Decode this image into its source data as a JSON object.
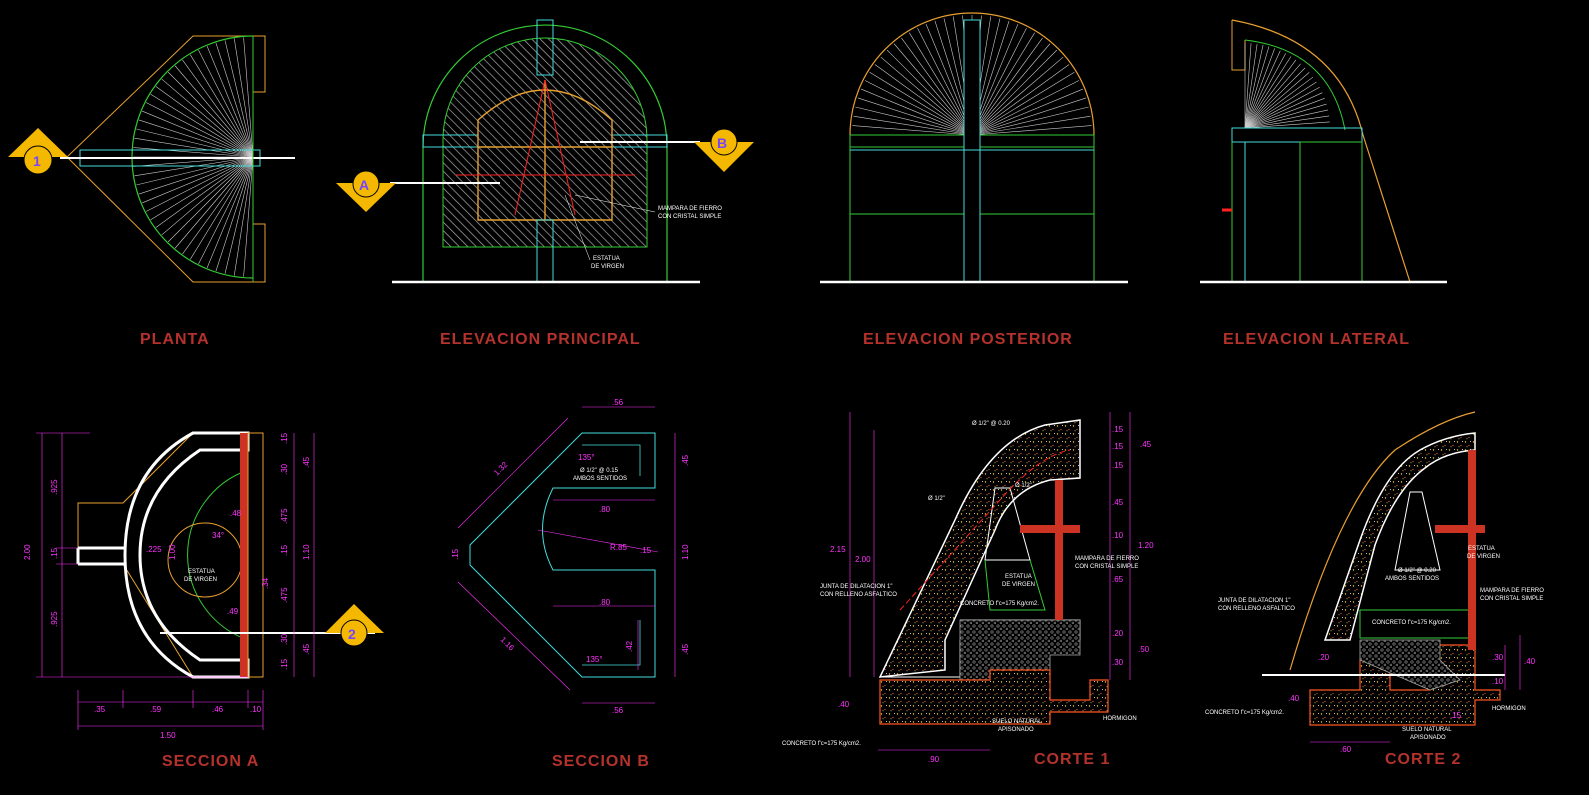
{
  "titles": {
    "planta": "PLANTA",
    "elev_principal": "ELEVACION PRINCIPAL",
    "elev_posterior": "ELEVACION POSTERIOR",
    "elev_lateral": "ELEVACION LATERAL",
    "seccion_a": "SECCION A",
    "seccion_b": "SECCION B",
    "corte_1": "CORTE 1",
    "corte_2": "CORTE 2"
  },
  "markers": {
    "m1": "1",
    "m2": "2",
    "mA": "A",
    "mB": "B"
  },
  "notes": {
    "mampara_1": "MAMPARA DE FIERRO",
    "mampara_2": "CON CRISTAL SIMPLE",
    "estatua_1": "ESTATUA",
    "estatua_2": "DE VIRGEN",
    "ambos": "AMBOS SENTIDOS",
    "varilla_b": "Ø 1/2\" @ 0.15",
    "varilla_c1a": "Ø 1/2\" @ 0.20",
    "varilla_c1b": "Ø 1/2\"",
    "varilla_c1c": "Ø 1/2\"",
    "varilla_c2": "Ø 1/2\" @ 0.20",
    "junta_1": "JUNTA DE DILATACION 1\"",
    "junta_2": "CON RELLENO ASFALTICO",
    "concreto": "CONCRETO f'c=175 Kg/cm2.",
    "suelo_1": "SUELO NATURAL",
    "suelo_2": "APISONADO",
    "hormigon": "HORMIGON"
  },
  "dims_a": {
    "d1": "2.00",
    "d2": ".925",
    "d3": ".15",
    "d4": ".925",
    "d5": ".15",
    "d6": ".30",
    "d7": ".475",
    "d8": ".15",
    "d9": ".34",
    "d10": ".475",
    "d11": ".30",
    "d12": ".15",
    "d13": ".45",
    "d14": "1.10",
    "d15": ".45",
    "d16": ".35",
    "d17": ".59",
    "d18": ".46",
    "d19": ".10",
    "d20": "1.50",
    "d21": ".225",
    "d22": "1.00",
    "d23": ".49",
    "d24": ".48",
    "d25": "34°"
  },
  "dims_b": {
    "d1": ".56",
    "d2": "135°",
    "d3": ".45",
    "d4": "1.32",
    "d5": ".80",
    "d6": "R.85",
    "d7": ".15",
    "d8": "1.10",
    "d9": ".15",
    "d10": ".80",
    "d11": ".42",
    "d12": ".45",
    "d13": "1.16",
    "d14": "135°",
    "d15": ".56"
  },
  "dims_c1": {
    "d1": ".15",
    "d2": ".15",
    "d3": ".15",
    "d4": ".45",
    "d5": ".45",
    "d6": ".10",
    "d7": "1.20",
    "d8": ".65",
    "d9": ".20",
    "d10": ".50",
    "d11": ".30",
    "d12": "2.15",
    "d13": "2.00",
    "d14": ".40",
    "d15": ".90"
  },
  "dims_c2": {
    "d1": ".20",
    "d2": ".30",
    "d3": ".40",
    "d4": ".10",
    "d5": ".15",
    "d6": ".40",
    "d7": ".60"
  },
  "colors": {
    "background": "#000000",
    "title": "#b5322c",
    "marker_fill": "#f5b800",
    "cyan": "#44dddd",
    "green": "#33cc33",
    "orange": "#e8a030",
    "red": "#ff2020",
    "dim": "#ff33ff",
    "hatch": "#b0b0b0",
    "white": "#ffffff"
  }
}
